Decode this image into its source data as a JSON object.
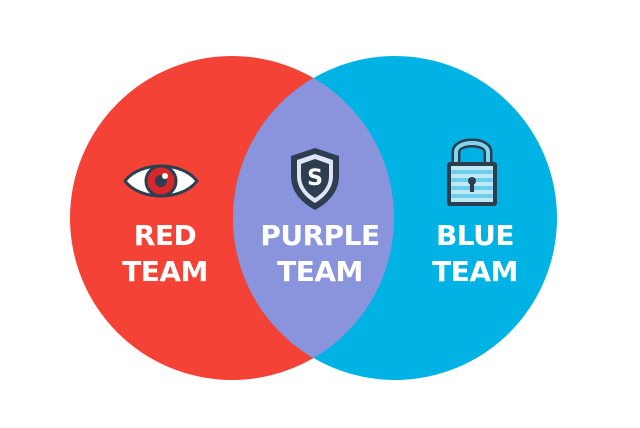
{
  "colors": {
    "red": "#f44336",
    "blue": "#00b3e4",
    "purple": "#8a94dd",
    "icon_dark": "#2c3e50",
    "white": "#ffffff"
  },
  "circles": {
    "red": {
      "line1": "RED",
      "line2": "TEAM",
      "icon": "eye-icon"
    },
    "overlap": {
      "line1": "PURPLE",
      "line2": "TEAM",
      "icon": "shield-icon",
      "icon_letter": "S"
    },
    "blue": {
      "line1": "BLUE",
      "line2": "TEAM",
      "icon": "lock-icon"
    }
  }
}
